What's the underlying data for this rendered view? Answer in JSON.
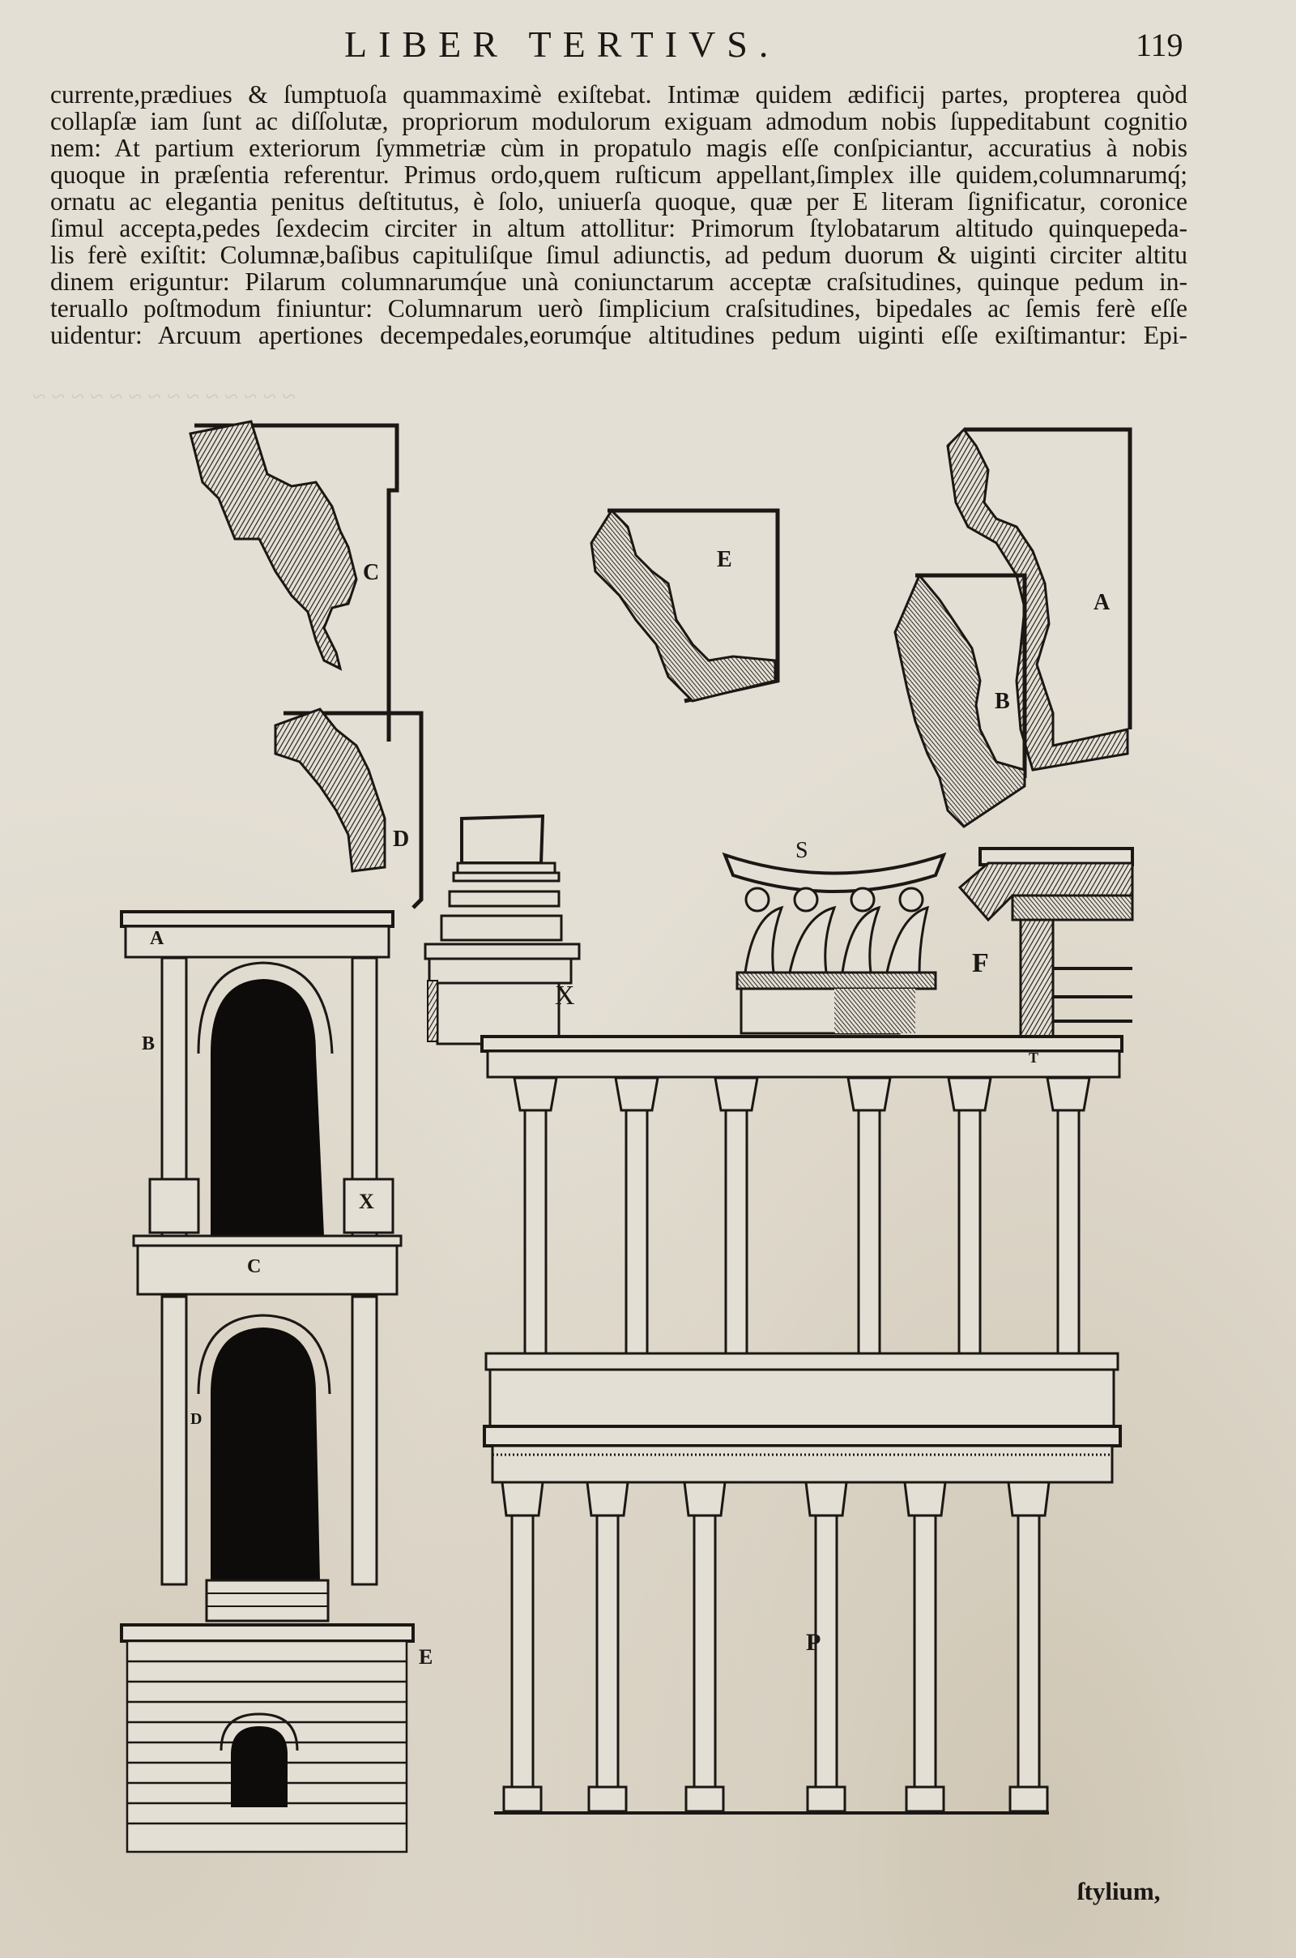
{
  "page": {
    "running_title": "LIBER TERTIVS.",
    "folio": "119",
    "paper_color": "#e4dfd4",
    "ink_color": "#1a1714"
  },
  "body_text": {
    "lines": [
      "currente,prædiues & ſumptuoſa quammaximè exiſtebat. Intimæ quidem ædificij partes, propterea quòd",
      "collapſæ iam ſunt ac diſſolutæ, propriorum modulorum exiguam admodum nobis ſuppeditabunt cognitio",
      "nem: At partium exteriorum ſymmetriæ cùm in propatulo magis eſſe conſpiciantur, accuratius à nobis",
      "quoque in præſentia referentur. Primus ordo,quem ruſticum appellant,ſimplex ille quidem,columnarumq́;",
      "ornatu ac elegantia penitus deſtitutus, è ſolo, uniuerſa quoque, quæ per E literam ſignificatur, coronice",
      "ſimul accepta,pedes ſexdecim circiter in altum attollitur: Primorum ſtylobatarum altitudo quinquepeda-",
      "lis ferè exiſtit: Columnæ,baſibus capituliſque ſimul adiunctis, ad pedum duorum & uiginti circiter altitu",
      "dinem eriguntur: Pilarum columnarumq́ue unà coniunctarum acceptæ craſsitudines, quinque pedum in-",
      "teruallo poſtmodum finiuntur: Columnarum uerò ſimplicium craſsitudines, bipedales ac ſemis ferè eſſe",
      "uidentur: Arcuum apertiones decempedales,eorumq́ue altitudines pedum uiginti eſſe exiſtimantur: Epi-"
    ]
  },
  "figures": {
    "profile_C": {
      "label": "C"
    },
    "profile_D": {
      "label": "D"
    },
    "profile_E": {
      "label": "E"
    },
    "profile_A": {
      "label": "A"
    },
    "profile_B": {
      "label": "B"
    },
    "pedestal_X": {
      "label": "X"
    },
    "capital_S": {
      "label": "S"
    },
    "entablature_F": {
      "label": "F"
    },
    "cornice_T": {
      "label": "T"
    },
    "elevation": {
      "labels": {
        "A": "A",
        "B": "B",
        "X": "X",
        "C": "C",
        "D": "D",
        "E": "E"
      }
    },
    "colonnade_P": {
      "label": "P",
      "upper_columns": 6,
      "lower_columns": 6
    }
  },
  "catchword": "ſtylium,"
}
